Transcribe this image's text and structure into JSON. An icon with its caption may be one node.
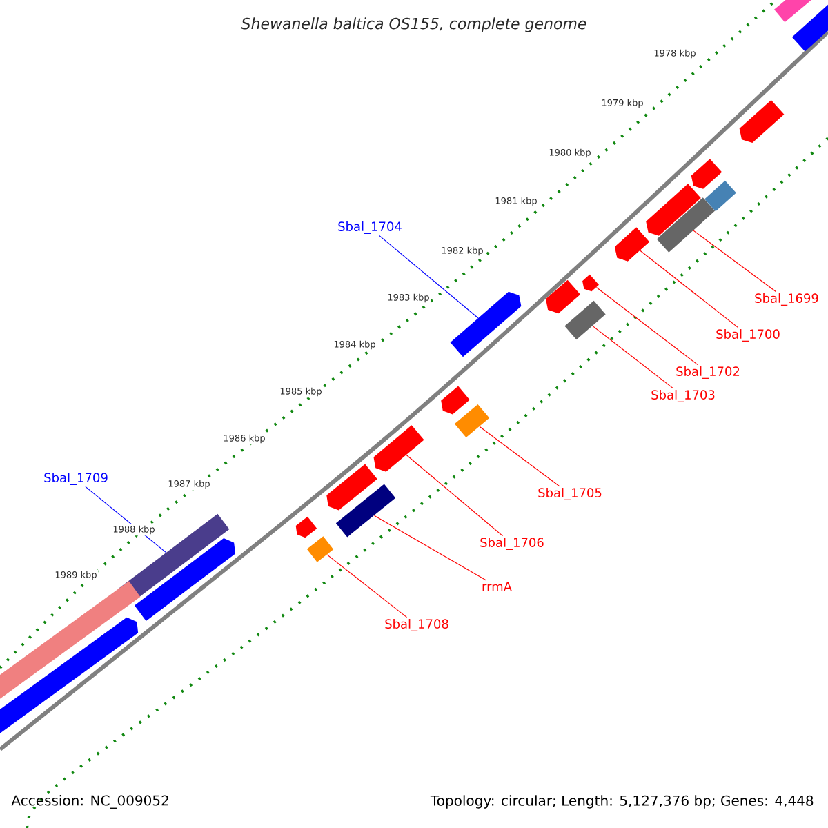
{
  "diagram": {
    "title": "Shewanella baltica OS155, complete genome",
    "nodes": [
      {
        "text": [
          "Sbal_1704"
        ]
      },
      {
        "text": [
          "Sbal_1709"
        ]
      },
      {
        "text": [
          "Sbal_1699"
        ]
      },
      {
        "text": [
          "Sbal_1700"
        ]
      },
      {
        "text": [
          "Sbal_1702"
        ]
      },
      {
        "text": [
          "Sbal_1703"
        ]
      },
      {
        "text": [
          "Sbal_1705"
        ]
      },
      {
        "text": [
          "Sbal_1706"
        ]
      },
      {
        "text": [
          "rrmA"
        ]
      },
      {
        "text": [
          "Sbal_1708"
        ]
      },
      {
        "text": [],
        "shape": "bar"
      },
      {
        "text": [],
        "shape": "bar"
      },
      {
        "text": [],
        "shape": "bar"
      },
      {
        "text": [],
        "shape": "bar"
      },
      {
        "text": [],
        "shape": "bar"
      },
      {
        "text": [],
        "shape": "bar"
      },
      {
        "text": [],
        "shape": "bar"
      },
      {
        "text": [],
        "shape": "bar"
      },
      {
        "text": [],
        "shape": "bar"
      },
      {
        "text": [],
        "shape": "bar"
      },
      {
        "text": [],
        "shape": "bar"
      },
      {
        "text": [],
        "shape": "bar"
      },
      {
        "text": [],
        "shape": "bar"
      },
      {
        "text": [],
        "shape": "bar"
      },
      {
        "text": [],
        "shape": "bar"
      },
      {
        "text": [],
        "shape": "bar"
      },
      {
        "text": [],
        "shape": "bar"
      },
      {
        "text": [],
        "shape": "bar"
      },
      {
        "text": [],
        "shape": "bar"
      },
      {
        "text": [],
        "shape": "bar"
      },
      {
        "text": [],
        "shape": "bar"
      },
      {
        "text": [],
        "shape": "bar"
      },
      {
        "text": [],
        "shape": "bar"
      },
      {
        "text": [],
        "shape": "bar"
      }
    ],
    "edges": [
      {
        "from": 0,
        "to": 10,
        "arrow": "none",
        "color": "#0000ff"
      },
      {
        "from": 1,
        "to": 11,
        "arrow": "none",
        "color": "#0000ff"
      },
      {
        "from": 2,
        "to": 12,
        "arrow": "none"
      },
      {
        "from": 3,
        "to": 13,
        "arrow": "none"
      },
      {
        "from": 4,
        "to": 14,
        "arrow": "none"
      },
      {
        "from": 5,
        "to": 15,
        "arrow": "none"
      },
      {
        "from": 6,
        "to": 16,
        "arrow": "none"
      },
      {
        "from": 7,
        "to": 17,
        "arrow": "none"
      },
      {
        "from": 8,
        "to": 18,
        "arrow": "none"
      },
      {
        "from": 9,
        "to": 19,
        "arrow": "none"
      }
    ],
    "labels": [
      "1978 kbp",
      "1979 kbp",
      "1980 kbp",
      "1981 kbp",
      "1982 kbp",
      "1983 kbp",
      "1984 kbp",
      "1985 kbp",
      "1986 kbp",
      "1987 kbp",
      "1988 kbp",
      "1989 kbp",
      "Accession: NC_009052",
      "Topology: circular; Length: 5,127,376 bp; Genes: 4,448"
    ]
  }
}
